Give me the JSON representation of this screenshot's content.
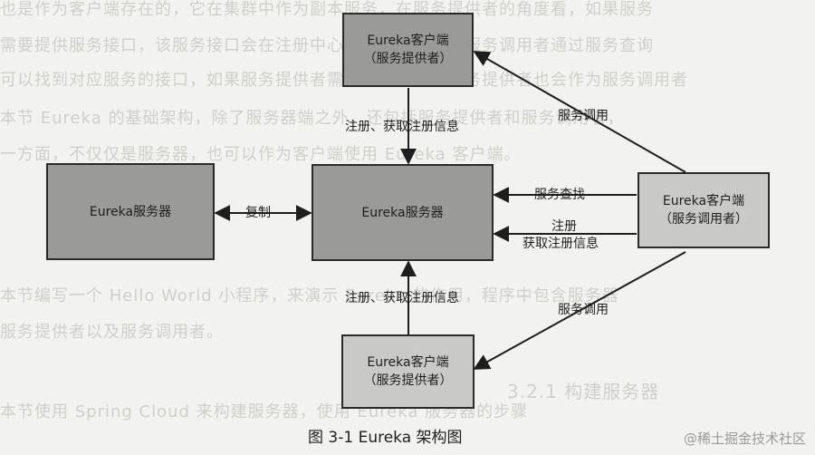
{
  "background_text": [
    "也是作为客户端存在的，它在集群中作为副本服务，在服务提供者的角度看，如果服务",
    "需要提供服务接口，该服务接口会在注册中心进行注册，这样服务调用者通过服务查询",
    "可以找到对应服务的接口，如果服务提供者需要调用服务，服务提供者也会作为服务调用者",
    "   本节 Eureka 的基础架构，除了服务器端之外，还包括服务提供者和服务调用者，",
    "一方面，不仅仅是服务器，也可以作为客户端使用 Eureka 客户端。",
    "   本节编写一个 Hello World 小程序，来演示 Eureka 的作用，程序中包含服务器",
    "服务提供者以及服务调用者。",
    "3.2.1  构建服务器",
    "本节使用 Spring Cloud 来构建服务器，使用 Eureka 服务器的步骤"
  ],
  "nodes": {
    "top_provider": {
      "line1": "Eureka客户端",
      "line2": "（服务提供者）"
    },
    "left_server": {
      "line1": "Eureka服务器"
    },
    "center_server": {
      "line1": "Eureka服务器"
    },
    "right_invoker": {
      "line1": "Eureka客户端",
      "line2": "（服务调用者）"
    },
    "bottom_provider": {
      "line1": "Eureka客户端",
      "line2": "（服务提供者）"
    }
  },
  "edges": {
    "top_register": "注册、获取注册信息",
    "top_invoke": "服务调用",
    "replicate": "复制",
    "service_lookup": "服务查找",
    "register_line1": "注册",
    "register_line2": "获取注册信息",
    "bottom_register": "注册、获取注册信息",
    "bottom_invoke": "服务调用"
  },
  "caption": "图 3-1    Eureka 架构图",
  "watermark": "@稀土掘金技术社区"
}
